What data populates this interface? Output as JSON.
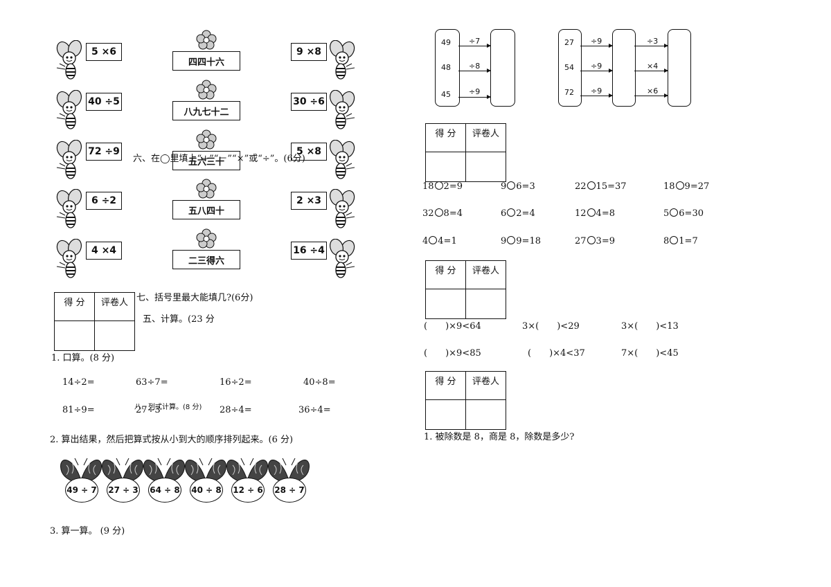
{
  "bee_cards_left": [
    "5 ×6",
    "40 ÷5",
    "72 ÷9",
    "6 ÷2",
    "4 ×4"
  ],
  "rhymes": [
    "四四十六",
    "八九七十二",
    "五六三十",
    "五八四十",
    "二三得六"
  ],
  "bee_cards_right": [
    "9 ×8",
    "30 ÷6",
    "5 ×8",
    "2 ×3",
    "16 ÷4"
  ],
  "score_table": {
    "col1": "得 分",
    "col2": "评卷人"
  },
  "headings": {
    "six": "六、在◯里填上“+”“－”“×”或“÷”。(6分)",
    "seven": "七、括号里最大能填几?(6分)",
    "five": "五、计算。(23 分",
    "eight_overlay": "八、列式计算。(8 分)"
  },
  "q1": {
    "title": "1. 口算。(8 分)",
    "row1": [
      "14÷2=",
      "63÷7=",
      "16÷2=",
      "40÷8="
    ],
    "row2": [
      "81÷9=",
      "27÷3",
      "28÷4=",
      "36÷4="
    ]
  },
  "q2": {
    "title": "2. 算出结果，然后把算式按从小到大的顺序排列起来。(6 分)",
    "butterflies": [
      "49 ÷ 7",
      "27 ÷ 3",
      "64 ÷ 8",
      "40 ÷ 8",
      "12 ÷ 6",
      "28 ÷ 7"
    ]
  },
  "q3": {
    "title": "3. 算一算。 (9 分)"
  },
  "chain1": {
    "inputs": [
      "49",
      "48",
      "45"
    ],
    "ops": [
      "÷7",
      "÷8",
      "÷9"
    ]
  },
  "chain2": {
    "inputs": [
      "27",
      "54",
      "72"
    ],
    "ops1": [
      "÷9",
      "÷9",
      "÷9"
    ],
    "ops2": [
      "÷3",
      "×4",
      "×6"
    ]
  },
  "fill_ops": [
    [
      "18",
      "2=9"
    ],
    [
      "9",
      "6=3"
    ],
    [
      "22",
      "15=37"
    ],
    [
      "18",
      "9=27"
    ],
    [
      "32",
      "8=4"
    ],
    [
      "6",
      "2=4"
    ],
    [
      "12",
      "4=8"
    ],
    [
      "5",
      "6=30"
    ],
    [
      "4",
      "4=1"
    ],
    [
      "9",
      "9=18"
    ],
    [
      "27",
      "3=9"
    ],
    [
      "8",
      "1=7"
    ]
  ],
  "inequalities": [
    "(　　)×9<64",
    "3×(　　)<29",
    "3×(　　)<13",
    "(　　)×9<85",
    "(　　)×4<37",
    "7×(　　)<45"
  ],
  "word_problem": "1. 被除数是 8，商是 8，除数是多少?"
}
